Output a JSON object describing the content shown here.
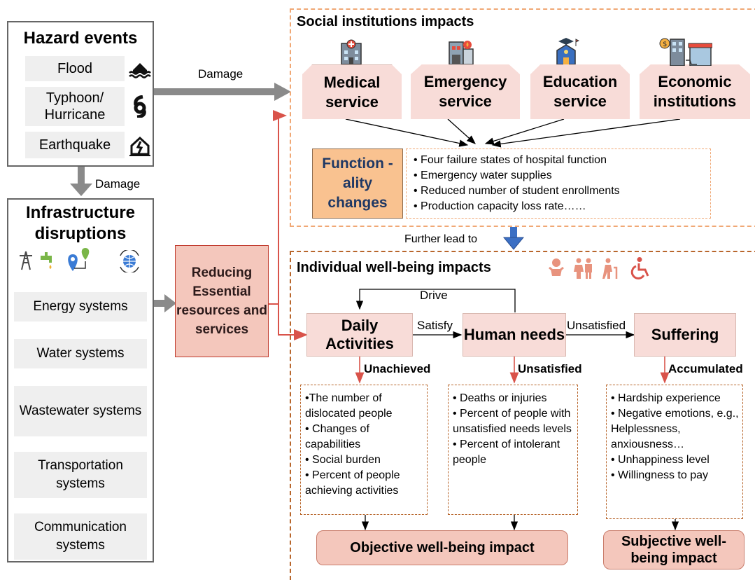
{
  "hazard": {
    "title": "Hazard events",
    "items": [
      "Flood",
      "Typhoon/ Hurricane",
      "Earthquake"
    ]
  },
  "damage_label_1": "Damage",
  "damage_label_2": "Damage",
  "infra": {
    "title": "Infrastructure disruptions",
    "systems": [
      "Energy systems",
      "Water systems",
      "Wastewater systems",
      "Transportation systems",
      "Communication systems"
    ]
  },
  "reducing": "Reducing Essential resources and services",
  "social": {
    "title": "Social institutions impacts",
    "services": [
      "Medical service",
      "Emergency service",
      "Education service",
      "Economic institutions"
    ],
    "functionality": "Function -ality changes",
    "bullets": [
      "• Four failure states of hospital function",
      "• Emergency water supplies",
      "• Reduced number of student enrollments",
      "• Production capacity loss rate……"
    ]
  },
  "further": "Further lead to",
  "individual": {
    "title": "Individual well-being impacts",
    "nodes": [
      "Daily Activities",
      "Human needs",
      "Suffering"
    ],
    "drive": "Drive",
    "satisfy": "Satisfy",
    "unsatisfied_top": "Unsatisfied",
    "branch_labels": [
      "Unachieved",
      "Unsatisfied",
      "Accumulated"
    ],
    "box1": [
      "•The number of dislocated people",
      "• Changes of capabilities",
      "• Social burden",
      "• Percent of people achieving activities"
    ],
    "box2": [
      "• Deaths or injuries",
      "• Percent of people with unsatisfied needs levels",
      "• Percent of intolerant people"
    ],
    "box3": [
      "• Hardship experience",
      "• Negative emotions, e.g., Helplessness, anxiousness…",
      "• Unhappiness level",
      "• Willingness to pay"
    ],
    "objective": "Objective well-being impact",
    "subjective": "Subjective well-being impact"
  },
  "colors": {
    "orange_dash": "#f0a875",
    "brown_dash": "#b8662c",
    "red_arrow": "#e06050",
    "gray_arrow": "#8a8a8a",
    "blue_arrow": "#3b6fc4"
  }
}
